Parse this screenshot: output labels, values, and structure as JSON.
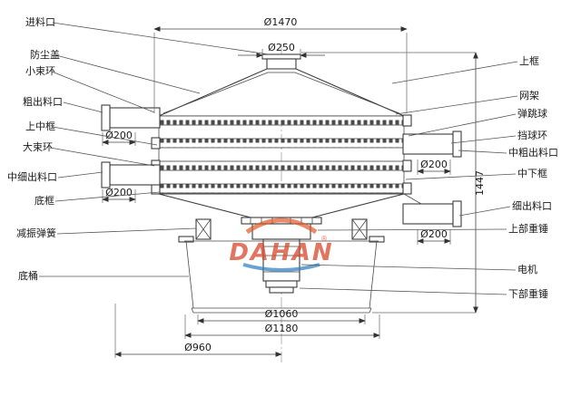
{
  "diagram": {
    "subject": "vibrating sieve machine cross-section technical drawing"
  },
  "labels": {
    "left": [
      "进料口",
      "防尘盖",
      "小束环",
      "粗出料口",
      "上中框",
      "大束环",
      "中细出料口",
      "底框",
      "减振弹簧",
      "底桶"
    ],
    "right": [
      "上框",
      "网架",
      "弹跳球",
      "挡球环",
      "中粗出料口",
      "中下框",
      "细出料口",
      "上部重锤",
      "电机",
      "下部重锤"
    ]
  },
  "dims": {
    "top_width": "Ø1470",
    "inlet": "Ø250",
    "left_upper_outlet": "Ø200",
    "left_lower_outlet": "Ø200",
    "right_upper_outlet": "Ø200",
    "right_lower_outlet": "Ø200",
    "total_height": "1447",
    "base_inner": "Ø1060",
    "base_outer": "Ø1180",
    "bottom_span": "Ø960"
  },
  "watermark": {
    "text": "DAHAN",
    "reg_mark": "®",
    "color_red": "#d8472b",
    "color_blue": "#2b7bbf"
  }
}
